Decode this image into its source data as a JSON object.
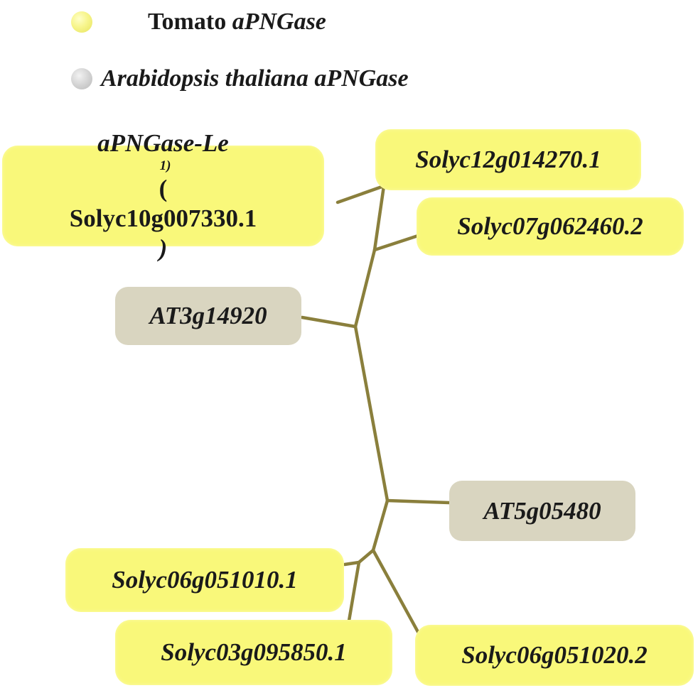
{
  "legend": {
    "tomato_prefix": "Tomato ",
    "tomato_name": "aPNGase",
    "arabidopsis_label": "Arabidopsis thaliana  aPNGase",
    "tomato_color": "#f9f87a",
    "arabidopsis_color": "#d4d4d4"
  },
  "branch_color": "#8a7f3c",
  "leaves": {
    "aPNGase_Le": {
      "name": "aPNGase-Le",
      "superscript": "1)",
      "id_open": "(",
      "id": "Solyc10g007330.1",
      "id_close": ")"
    },
    "solyc12": "Solyc12g014270.1",
    "solyc07": "Solyc07g062460.2",
    "at3": "AT3g14920",
    "at5": "AT5g05480",
    "solyc06a": "Solyc06g051010.1",
    "solyc03": "Solyc03g095850.1",
    "solyc06b": "Solyc06g051020.2"
  }
}
